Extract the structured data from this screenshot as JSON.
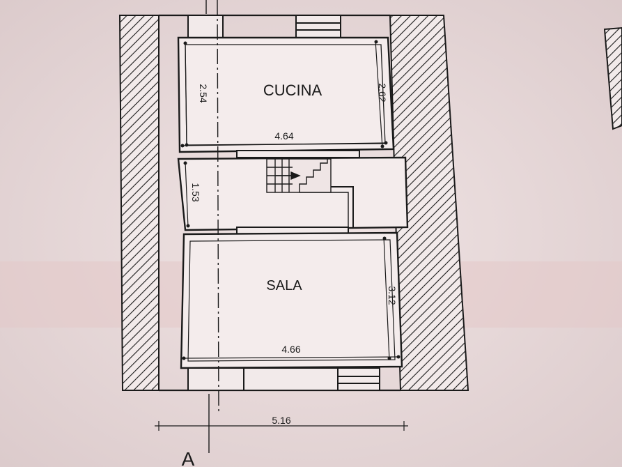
{
  "rooms": {
    "kitchen": {
      "label": "CUCINA",
      "dim_left": "2.54",
      "dim_right": "2.62",
      "dim_bottom": "4.64"
    },
    "stair_hall": {
      "dim_left": "1.53"
    },
    "living": {
      "label": "SALA",
      "dim_right": "3.12",
      "dim_bottom": "4.66"
    }
  },
  "overall": {
    "width_dim": "5.16"
  },
  "section_mark": "A",
  "colors": {
    "paper": "#e9dcdc",
    "ink": "#1a1a1a",
    "wall_fill": "#f2eaea"
  }
}
